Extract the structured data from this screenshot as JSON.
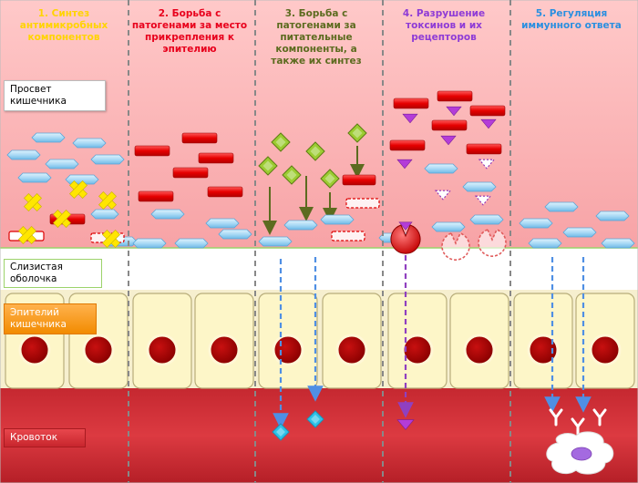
{
  "columns": [
    {
      "title": "1. Синтез антимикробных компонентов",
      "color": "#ffd400"
    },
    {
      "title": "2. Борьба с патогенами за место прикрепления к эпителию",
      "color": "#e8001c"
    },
    {
      "title": "3. Борьба с патогенами за питательные компоненты, а также их синтез",
      "color": "#5c6b1f"
    },
    {
      "title": "4. Разрушение токсинов и их рецепторов",
      "color": "#8e3bd6"
    },
    {
      "title": "5. Регуляция иммунного ответа",
      "color": "#2a8fe0"
    }
  ],
  "layers": {
    "lumen": "Просвет кишечника",
    "mucosa": "Слизистая оболочка",
    "epithelium": "Эпителий кишечника",
    "bloodstream": "Кровоток"
  },
  "colors": {
    "lumen": "#f9a9ab",
    "mucus": "#ffffff",
    "cell": "#fcf6c9",
    "nucleus": "#b20000",
    "blood": "#d8353c",
    "probiotic": "#a4d7f4",
    "pathogen": "#e60000",
    "nutrient": "#9ccc32",
    "toxin": "#b43cd8",
    "arrow_blue": "#4f8fe4",
    "arrow_olive": "#5c6b1f",
    "arrow_purple": "#9040c0"
  }
}
